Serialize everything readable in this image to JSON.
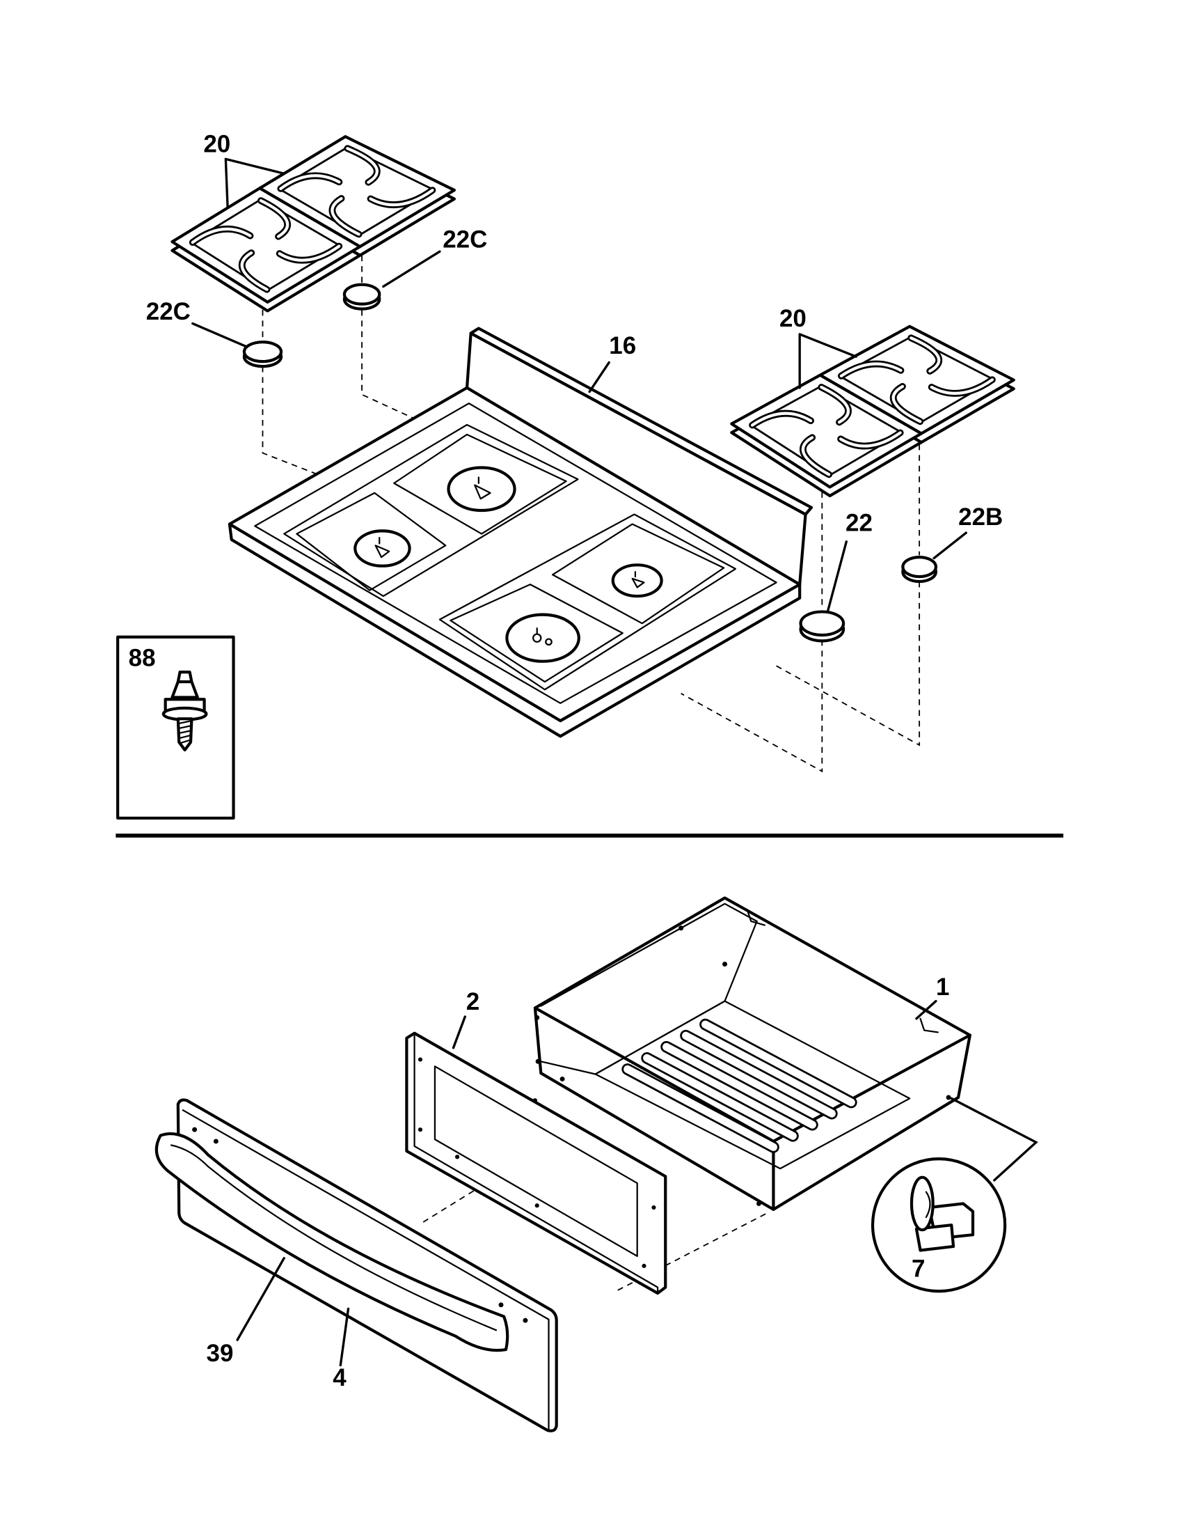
{
  "callouts": {
    "grates_left": "20",
    "cap_top": "22C",
    "cap_left": "22C",
    "cooktop": "16",
    "grates_right": "20",
    "cap_right": "22",
    "cap_far_right": "22B",
    "screw": "88",
    "rear_panel": "2",
    "drawer_body": "1",
    "drawer_roller": "7",
    "handle": "39",
    "drawer_front": "4"
  },
  "colors": {
    "line": "#000000",
    "background": "#ffffff"
  }
}
